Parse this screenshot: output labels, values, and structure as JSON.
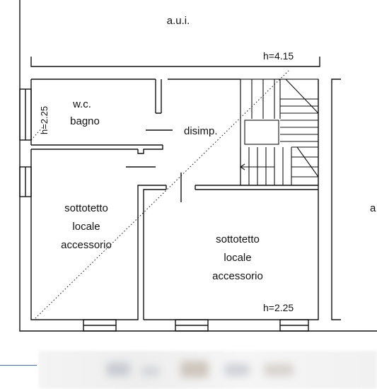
{
  "plan": {
    "labels": {
      "aui": "a.u.i.",
      "height_top": "h=4.15",
      "wc_line1": "w.c.",
      "wc_line2": "bagno",
      "wc_height": "h=2.25",
      "disimp": "disimp.",
      "left_room_line1": "sottotetto",
      "left_room_line2": "locale",
      "left_room_line3": "accessorio",
      "right_room_line1": "sottotetto",
      "right_room_line2": "locale",
      "right_room_line3": "accessorio",
      "height_bottom": "h=2.25",
      "edge_label": "a"
    }
  },
  "colors": {
    "ink": "#111111",
    "accent": "#2f6fd6"
  }
}
